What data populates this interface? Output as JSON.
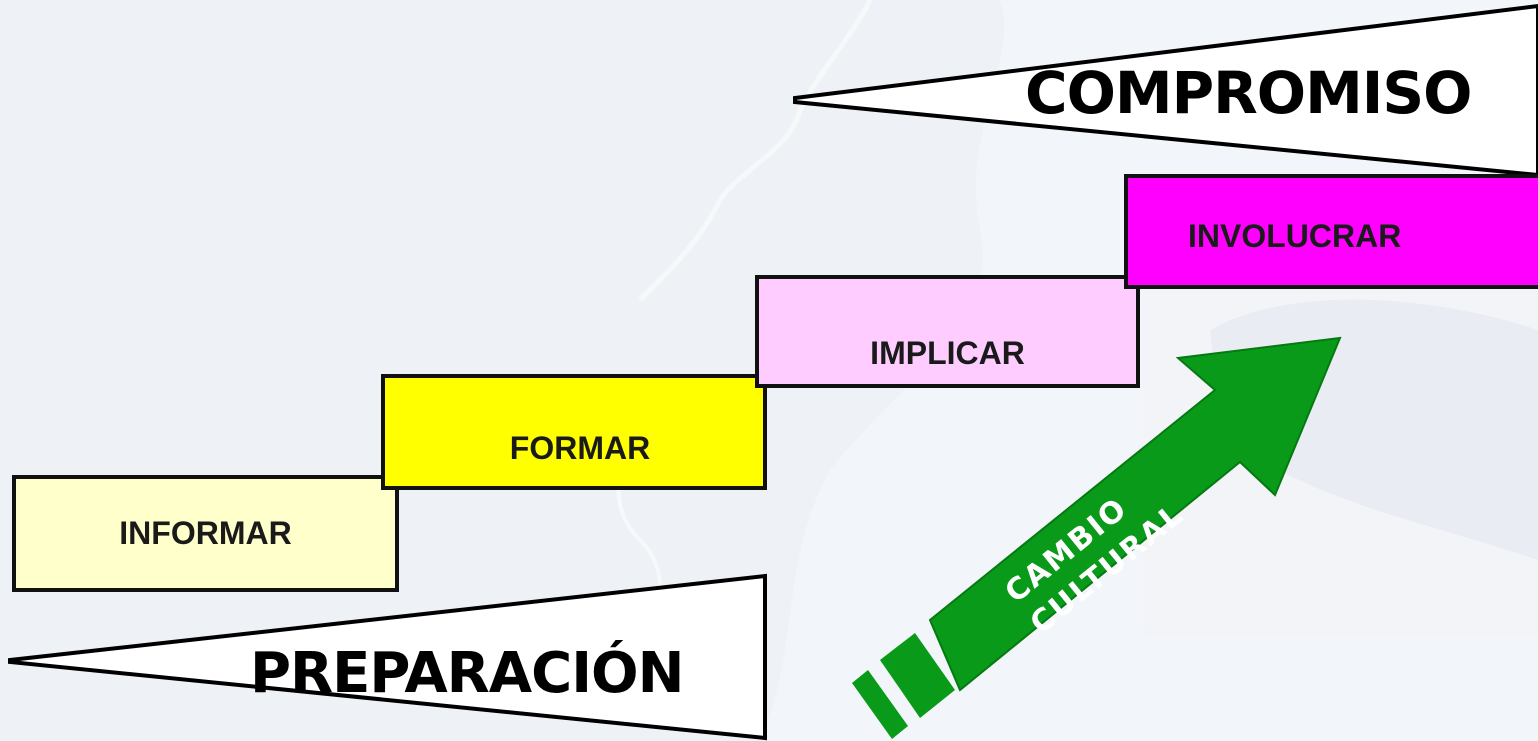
{
  "steps": [
    {
      "label": "INFORMAR",
      "color": "#ffffcc"
    },
    {
      "label": "FORMAR",
      "color": "#ffff00"
    },
    {
      "label": "IMPLICAR",
      "color": "#ffccff"
    },
    {
      "label": "INVOLUCRAR",
      "color": "#ff00ff"
    }
  ],
  "wedges": {
    "top_label": "COMPROMISO",
    "bottom_label": "PREPARACIÓN"
  },
  "big_arrow": {
    "line1": "CAMBIO",
    "line2": "CULTURAL",
    "color": "#0a9a1a"
  }
}
